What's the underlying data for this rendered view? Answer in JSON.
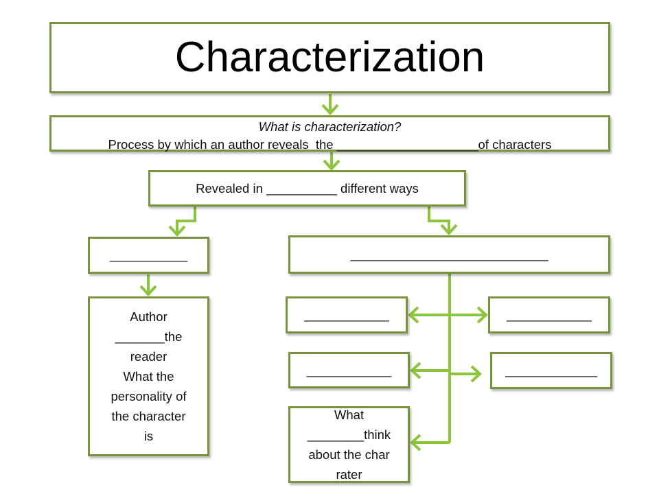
{
  "title": "Characterization",
  "definition": {
    "question": "What is characterization?",
    "answer": "Process by which an author reveals  the ____________________of characters"
  },
  "ways": {
    "text": "Revealed in __________ different ways"
  },
  "direct": {
    "label": "___________",
    "description": [
      "Author",
      "_______the",
      "reader",
      "What the",
      "personality of",
      "the character",
      "is"
    ]
  },
  "indirect": {
    "label": "____________________________",
    "methods": [
      "____________",
      "____________",
      "____________",
      "_____________"
    ],
    "others": [
      "What",
      "________think",
      "about the char",
      "rater"
    ]
  },
  "colors": {
    "border": "#77933c",
    "arrow": "#8cc43c"
  }
}
